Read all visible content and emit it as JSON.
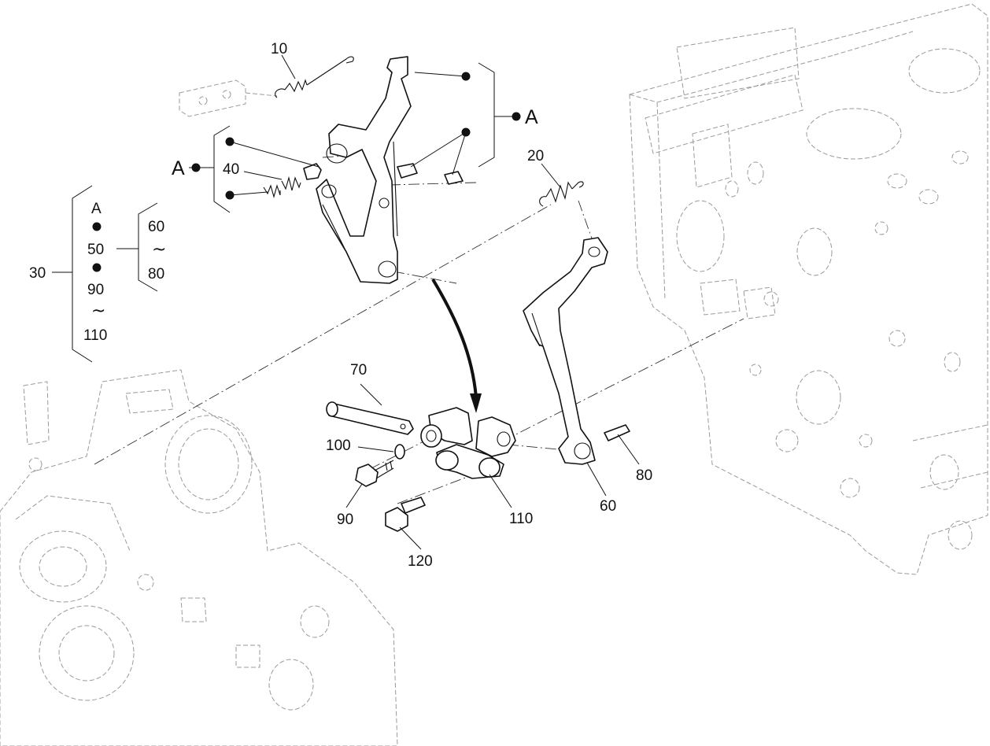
{
  "callouts": {
    "c10": "10",
    "c20": "20",
    "c30": "30",
    "c40": "40",
    "c60": "60",
    "c70": "70",
    "c80": "80",
    "c90": "90",
    "c100": "100",
    "c110": "110",
    "c120": "120"
  },
  "group_a_right": "A",
  "group_a_left": "A",
  "group_30": {
    "line1": "A",
    "line2": "50",
    "line3": "90",
    "line4": "110",
    "range_from": "60",
    "range_to": "80",
    "range_sep": "~",
    "tilde": "~"
  }
}
